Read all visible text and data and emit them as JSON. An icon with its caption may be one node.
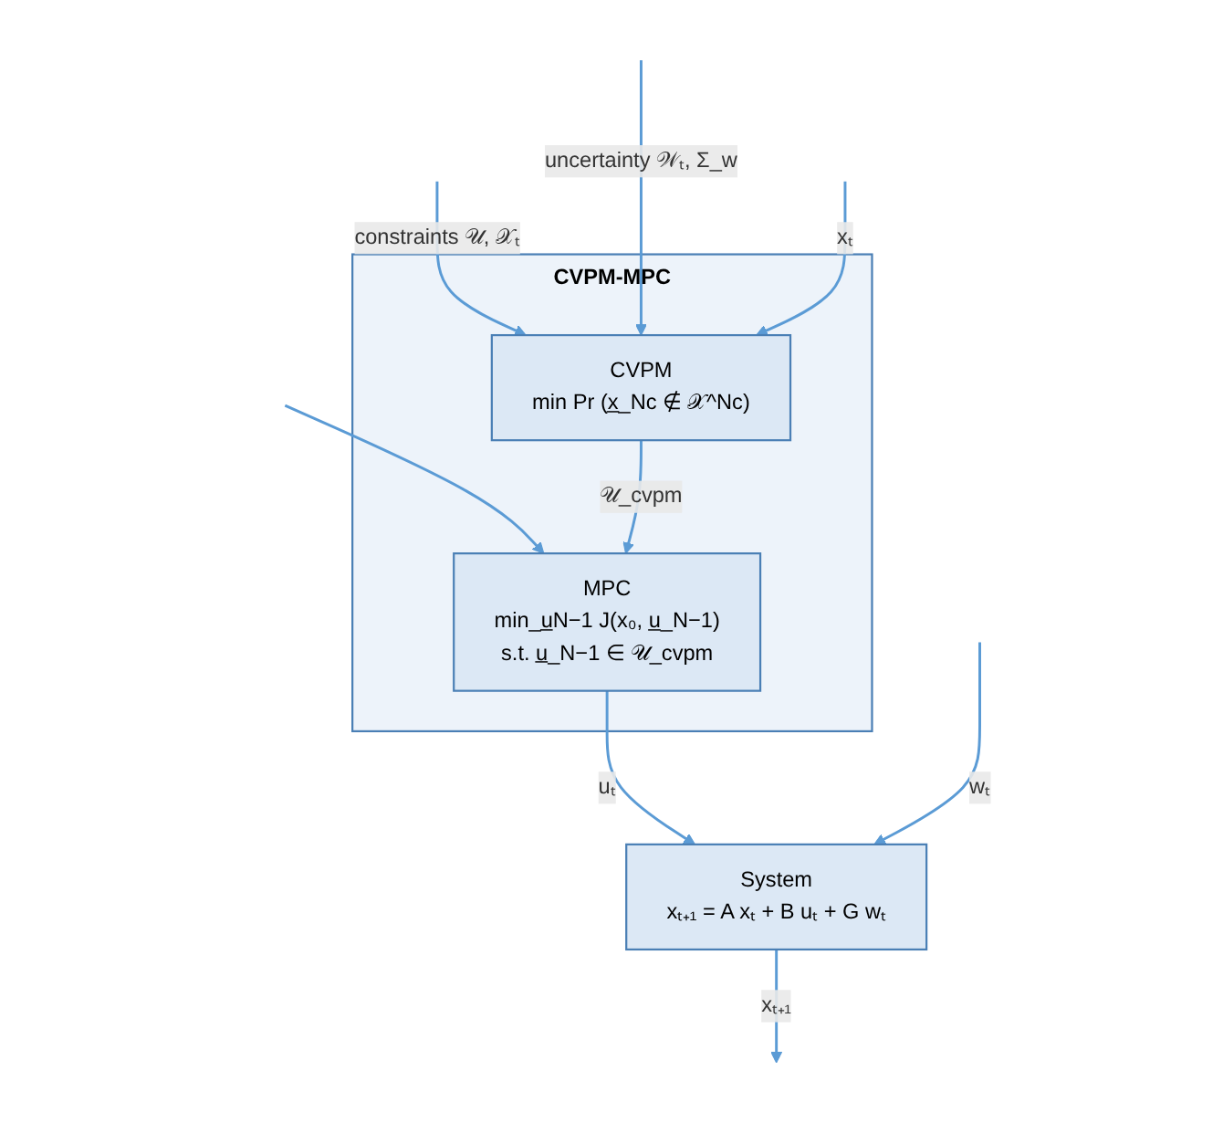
{
  "diagram": {
    "nodes": [
      {
        "text": [
          "CVPM-MPC"
        ]
      },
      {
        "text": [
          "CVPM",
          "min Pr (x̲_Nc ∉ 𝒳^Nc)"
        ],
        "in": 0
      },
      {
        "text": [
          "MPC",
          "min_u̲N−1 J(x₀, u̲_N−1)",
          "s.t. u̲_N−1 ∈ 𝒰_cvpm"
        ],
        "in": 0
      },
      {
        "text": [
          "System",
          "xₜ₊₁ = A xₜ + B uₜ + G wₜ"
        ]
      }
    ],
    "edges": [
      {
        "from": null,
        "to": 1,
        "arrow": "to",
        "label": "constraints 𝒰, 𝒳ₜ"
      },
      {
        "from": null,
        "to": 1,
        "arrow": "to",
        "label": "uncertainty 𝒲ₜ, Σ_w"
      },
      {
        "from": null,
        "to": 1,
        "arrow": "to",
        "label": "xₜ"
      },
      {
        "from": null,
        "to": 2,
        "arrow": "to"
      },
      {
        "from": 1,
        "to": 2,
        "arrow": "to",
        "label": "𝒰_cvpm"
      },
      {
        "from": 2,
        "to": 3,
        "arrow": "to",
        "label": "uₜ"
      },
      {
        "from": null,
        "to": 3,
        "arrow": "to",
        "label": "wₜ"
      },
      {
        "from": 3,
        "to": null,
        "arrow": "to",
        "label": "xₜ₊₁"
      }
    ]
  }
}
